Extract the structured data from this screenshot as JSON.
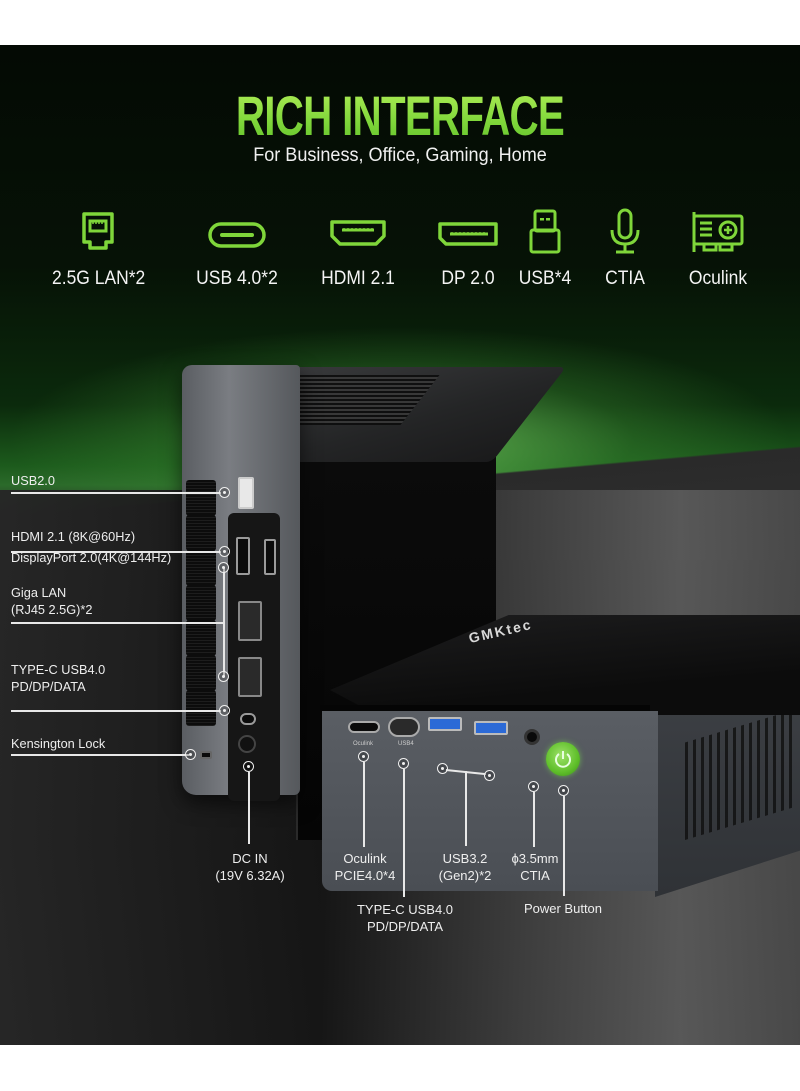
{
  "header": {
    "title": "RICH INTERFACE",
    "subtitle": "For Business, Office, Gaming, Home"
  },
  "accent_color": "#7fd63a",
  "features": [
    {
      "icon": "ethernet-port-icon",
      "label": "2.5G LAN*2"
    },
    {
      "icon": "usb-c-port-icon",
      "label": "USB 4.0*2"
    },
    {
      "icon": "hdmi-port-icon",
      "label": "HDMI 2.1"
    },
    {
      "icon": "displayport-icon",
      "label": "DP 2.0"
    },
    {
      "icon": "usb-a-plug-icon",
      "label": "USB*4"
    },
    {
      "icon": "microphone-icon",
      "label": "CTIA"
    },
    {
      "icon": "expansion-card-icon",
      "label": "Oculink"
    }
  ],
  "device": {
    "brand_logo": "GMKtec"
  },
  "rear_callouts": [
    {
      "lines": [
        "USB2.0"
      ]
    },
    {
      "lines": [
        "HDMI 2.1 (8K@60Hz)",
        "DisplayPort 2.0(4K@144Hz)"
      ]
    },
    {
      "lines": [
        "Giga LAN",
        "(RJ45 2.5G)*2"
      ]
    },
    {
      "lines": [
        "TYPE-C USB4.0",
        "PD/DP/DATA"
      ]
    },
    {
      "lines": [
        "Kensington Lock"
      ]
    }
  ],
  "front_callouts": [
    {
      "lines": [
        "DC IN",
        "(19V 6.32A)"
      ]
    },
    {
      "lines": [
        "Oculink",
        "PCIE4.0*4"
      ]
    },
    {
      "lines": [
        "TYPE-C USB4.0",
        "PD/DP/DATA"
      ]
    },
    {
      "lines": [
        "USB3.2",
        "(Gen2)*2"
      ]
    },
    {
      "lines": [
        "ϕ3.5mm",
        "CTIA"
      ]
    },
    {
      "lines": [
        "Power Button"
      ]
    }
  ],
  "port_labels": {
    "oculink": "Oculink",
    "usb4": "USB4"
  }
}
